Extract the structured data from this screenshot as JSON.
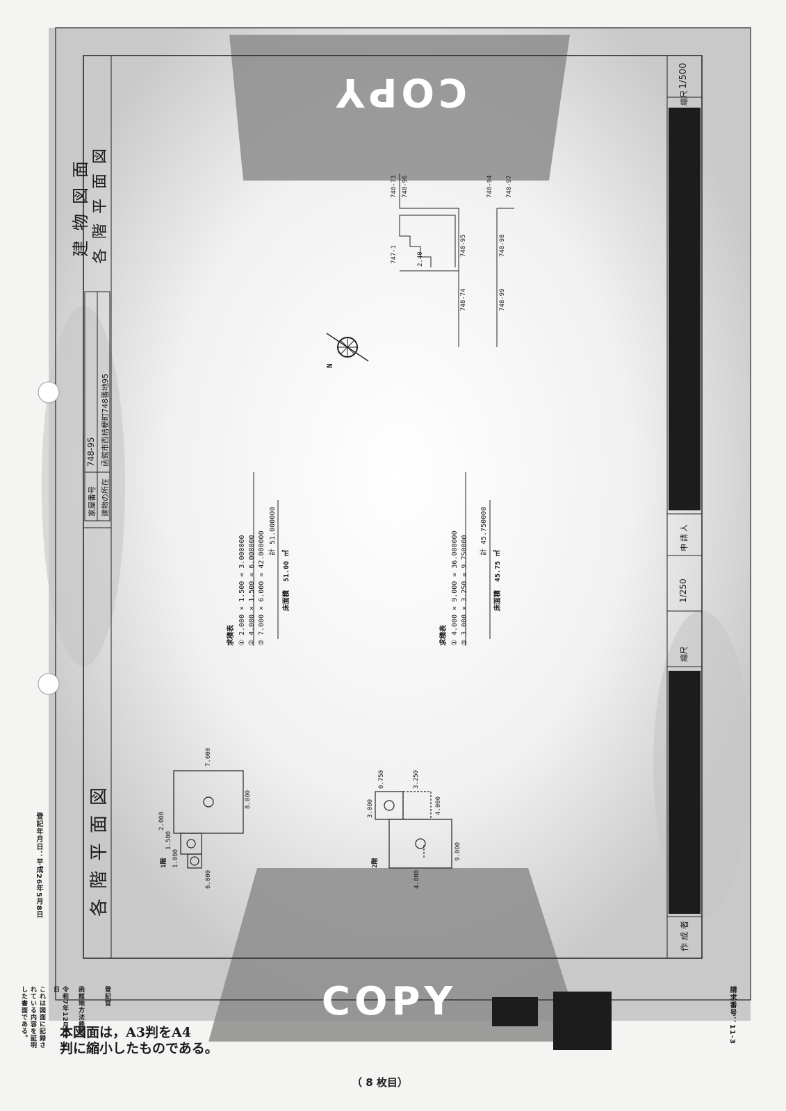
{
  "plan": {
    "doc_title": "建物図面",
    "doc_subtitle": "各階平面図",
    "house_no_label": "家屋番号",
    "house_no_value": "748-95",
    "location_label": "建物の所在",
    "location_value": "函館市西桔梗町748番地95",
    "section_title": "各階平面図",
    "floor1": {
      "label": "1階",
      "dims": [
        "1.000",
        "1.500",
        "2.000",
        "8.000",
        "7.000",
        "6.000"
      ],
      "rows": [
        {
          "n": "①",
          "a": "2.000",
          "x": "×",
          "b": "1.500",
          "eq": "=",
          "r": "3.000000"
        },
        {
          "n": "②",
          "a": "4.000",
          "x": "×",
          "b": "1.500",
          "eq": "=",
          "r": "6.000000"
        },
        {
          "n": "③",
          "a": "7.000",
          "x": "×",
          "b": "6.000",
          "eq": "=",
          "r": "42.000000"
        }
      ],
      "calc_label": "求積表",
      "total_label": "計",
      "total": "51.000000",
      "floor_area_label": "床面積",
      "floor_area": "51.00",
      "unit": "㎡"
    },
    "floor2": {
      "label": "2階",
      "dims": [
        "3.000",
        "4.000",
        "4.000",
        "9.000",
        "0.750",
        "3.250"
      ],
      "rows": [
        {
          "n": "①",
          "a": "4.000",
          "x": "×",
          "b": "9.000",
          "eq": "=",
          "r": "36.000000"
        },
        {
          "n": "③",
          "a": "3.000",
          "x": "×",
          "b": "3.250",
          "eq": "=",
          "r": "9.750000"
        }
      ],
      "calc_label": "求積表",
      "total_label": "計",
      "total": "45.750000",
      "floor_area_label": "床面積",
      "floor_area": "45.75",
      "unit": "㎡"
    },
    "site_lots": [
      "747-1",
      "748-73",
      "748-96",
      "748-74",
      "748-95",
      "748-94",
      "748-97",
      "748-99",
      "748-98"
    ],
    "site_dim": "2.40",
    "north": "N",
    "scale_label": "縮尺",
    "scale_plan": "1/250",
    "scale_site": "1/500",
    "applicant_label": "申請人",
    "creator_label": "作成者"
  },
  "left_margin": {
    "reg_date": "登記年月日：平成26年5月8日",
    "certify": "これは図面に記録されている内容を証明した書面である。",
    "issue_date": "令和7年12月12日",
    "office": "函館地方法務局",
    "registrar": "登記官"
  },
  "note_text": [
    "本図面は，A3判をA4",
    "判に縮小したものである。"
  ],
  "page_count": "（ 8 枚目）",
  "request_no": "請求番号：11-3",
  "watermark": "COPY",
  "colors": {
    "redact": "#1c1c1c",
    "watermark": "#8c8c8c",
    "line": "#222222"
  }
}
